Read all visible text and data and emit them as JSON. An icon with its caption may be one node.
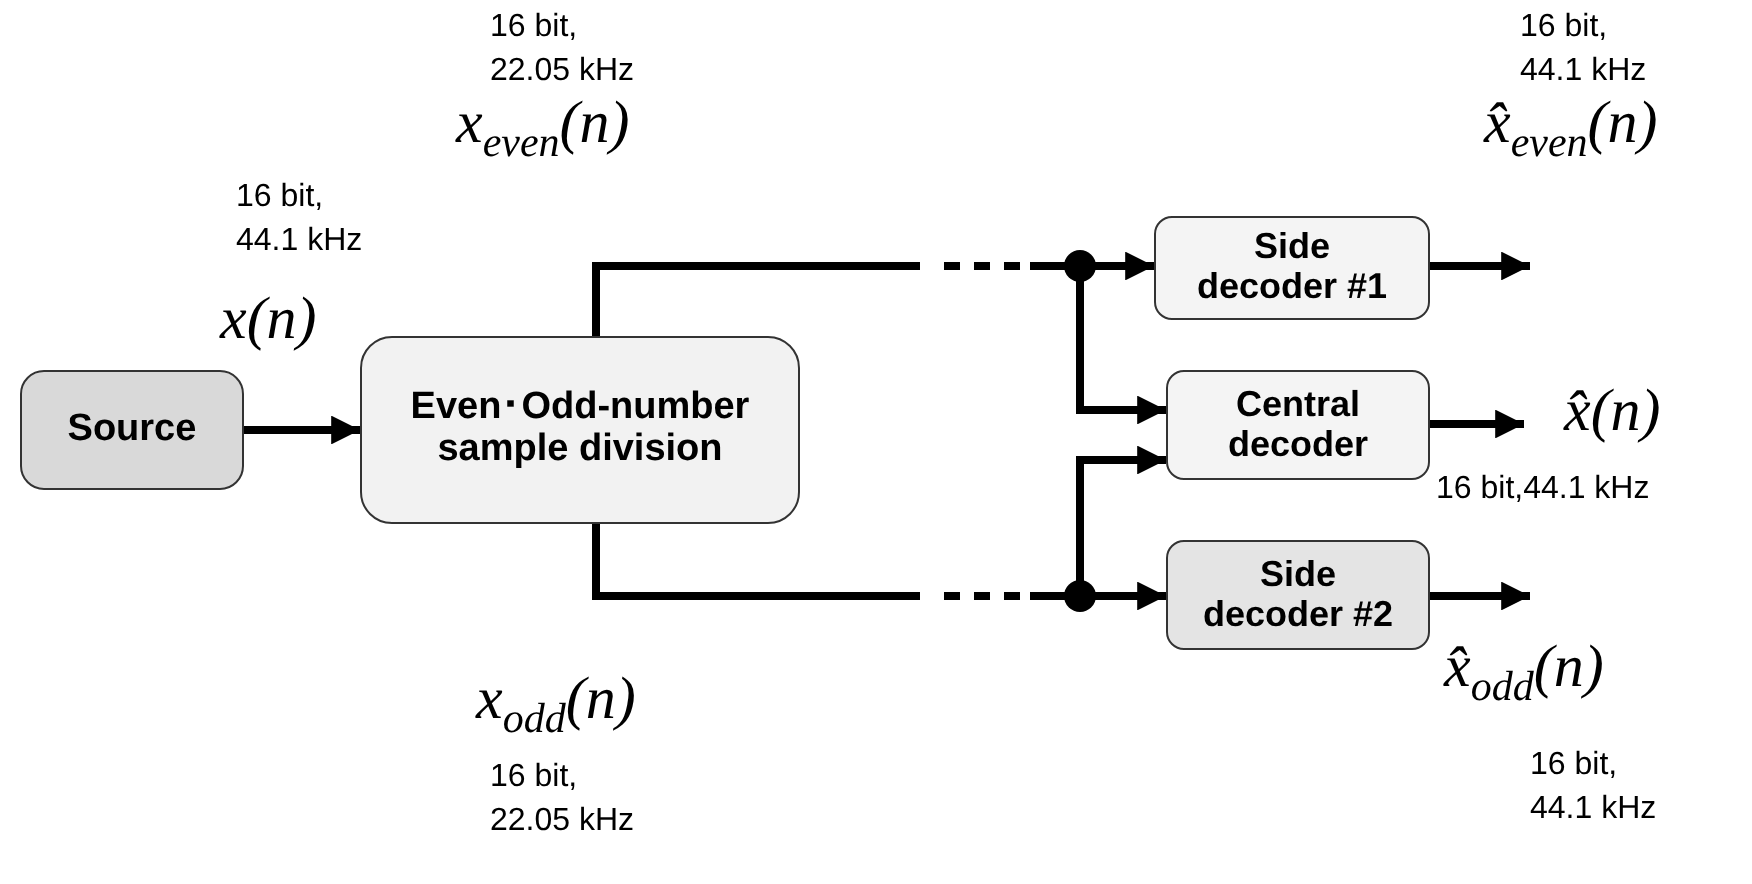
{
  "diagram": {
    "nodes": [
      {
        "text": [
          "Source"
        ]
      },
      {
        "text": [
          "Even･Odd-number sample division"
        ]
      },
      {
        "text": [
          "Side decoder #1"
        ]
      },
      {
        "text": [
          "Central decoder"
        ]
      },
      {
        "text": [
          "Side decoder #2"
        ]
      }
    ],
    "edges": [
      {
        "from": 0,
        "to": 1,
        "arrow": "to"
      },
      {
        "from": 1,
        "to": 2,
        "arrow": "to",
        "style": "dashed"
      },
      {
        "from": 1,
        "to": 3,
        "arrow": "to",
        "style": "dashed"
      },
      {
        "from": 1,
        "to": 3,
        "arrow": "to",
        "style": "dashed"
      },
      {
        "from": 1,
        "to": 4,
        "arrow": "to",
        "style": "dashed"
      },
      {
        "from": 2,
        "to": null,
        "arrow": "to"
      },
      {
        "from": 3,
        "to": null,
        "arrow": "to"
      },
      {
        "from": 4,
        "to": null,
        "arrow": "to"
      }
    ],
    "labels": [
      "16 bit, 22.05 kHz",
      "16 bit, 44.1 kHz",
      "x$_{even}$(n)",
      "x̂$_{even}$(n)",
      "16 bit, 44.1 kHz",
      "x(n)",
      "x̂(n)",
      "16 bit,44.1 kHz",
      "x̂$_{odd}$(n)",
      "x$_{odd}$(n)",
      "16 bit, 44.1 kHz",
      "16 bit, 22.05 kHz"
    ]
  }
}
